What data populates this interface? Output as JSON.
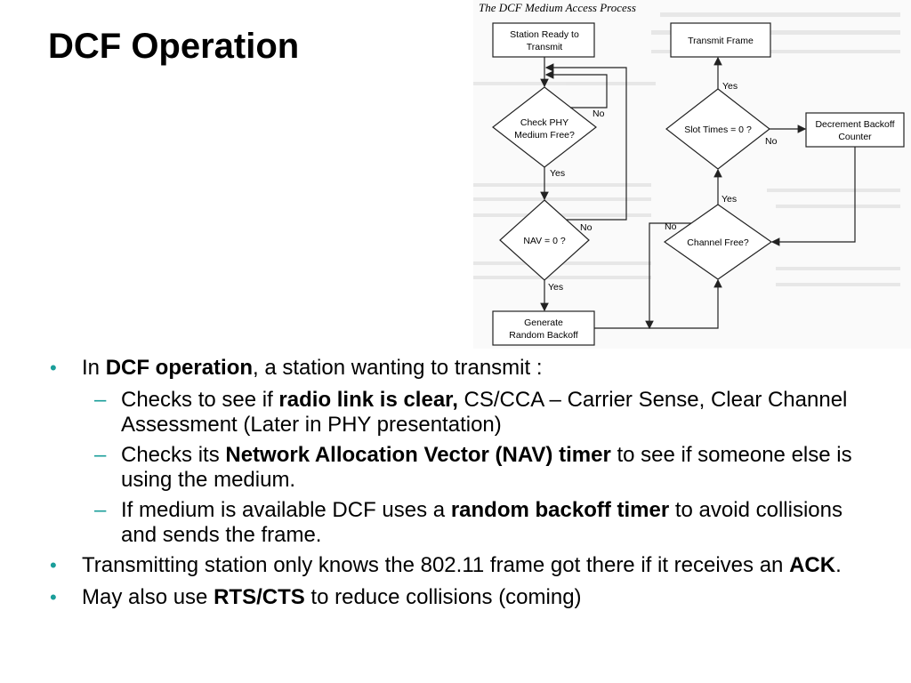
{
  "slide": {
    "title": "DCF Operation"
  },
  "figure": {
    "caption": "The DCF Medium Access Process",
    "nodes": {
      "station_ready": [
        "Station Ready to",
        "Transmit"
      ],
      "check_phy": [
        "Check PHY",
        "Medium Free?"
      ],
      "nav": [
        "NAV = 0 ?"
      ],
      "generate_backoff": [
        "Generate",
        "Random Backoff"
      ],
      "transmit_frame": [
        "Transmit Frame"
      ],
      "slot_times": [
        "Slot Times = 0 ?"
      ],
      "decrement_backoff": [
        "Decrement Backoff",
        "Counter"
      ],
      "channel_free": [
        "Channel Free?"
      ]
    },
    "edge_labels": {
      "check_phy_no": "No",
      "check_phy_yes": "Yes",
      "nav_no": "No",
      "nav_yes": "Yes",
      "slot_yes": "Yes",
      "slot_no": "No",
      "channel_yes": "Yes",
      "channel_no": "No"
    }
  },
  "bullets": {
    "b1": {
      "pre": "In ",
      "bold": "DCF operation",
      "post": ", a station wanting to transmit :"
    },
    "b1_sub": [
      {
        "pre": "Checks to see if ",
        "bold": "radio link is clear,",
        "post": " CS/CCA – Carrier Sense, Clear Channel Assessment (Later in PHY presentation)"
      },
      {
        "pre": "Checks its ",
        "bold": "Network Allocation Vector (NAV) timer",
        "post": " to see if someone else is using the medium."
      },
      {
        "pre": "If medium is available DCF uses a ",
        "bold": "random backoff timer",
        "post": " to avoid collisions and sends the frame."
      }
    ],
    "b2": {
      "pre": "Transmitting station only knows the 802.11 frame got there if it receives an ",
      "bold": "ACK",
      "post": "."
    },
    "b3": {
      "pre": "May also use ",
      "bold": "RTS/CTS",
      "post": " to reduce collisions (coming)"
    },
    "marker": "•",
    "sub_marker": "–"
  }
}
